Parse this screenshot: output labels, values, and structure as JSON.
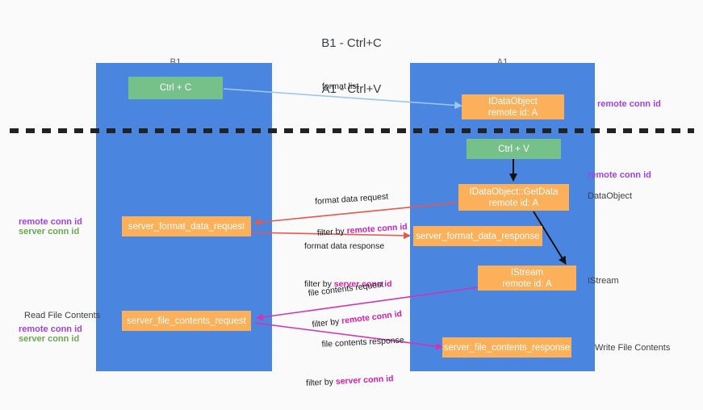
{
  "title": {
    "line1": "B1 - Ctrl+C",
    "line2": "A1 - Ctrl+V"
  },
  "columns": [
    {
      "id": "b1",
      "name": "B1",
      "role": "connection"
    },
    {
      "id": "a1",
      "name": "A1",
      "role": "remote"
    }
  ],
  "nodes": {
    "ctrl_c": "Ctrl + C",
    "ctrl_v": "Ctrl + V",
    "idataobject": "IDataObject\nremote id: A",
    "idataobject_getdata": "IDataObject::GetData\nremote id: A",
    "istream": "IStream\nremote id: A",
    "server_format_data_request": "server_format_data_request",
    "server_format_data_response": "server_format_data_response",
    "server_file_contents_request": "server_file_contents_request",
    "server_file_contents_response": "server_file_contents_response"
  },
  "edges": {
    "format_list": "format list",
    "format_data_request": "format data request",
    "format_data_request_filter_prefix": "filter by ",
    "format_data_request_filter_key": "remote conn id",
    "format_data_response": "format data response",
    "format_data_response_filter_prefix": "filter by ",
    "format_data_response_filter_key": "server conn id",
    "file_contents_request": "file contents request",
    "file_contents_request_filter_prefix": "filter by ",
    "file_contents_request_filter_key": "remote conn id",
    "file_contents_response": "file contents response",
    "file_contents_response_filter_prefix": "filter by ",
    "file_contents_response_filter_key": "server conn id"
  },
  "captions": {
    "right_remote_conn_id_1": "remote conn id",
    "right_remote_conn_id_2": "remote conn id",
    "right_dataobject": "DataObject",
    "right_istream": "IStream",
    "right_write_file_contents": "Write File Contents",
    "left_remote_conn_id_1": "remote conn id",
    "left_server_conn_id_1": "server conn id",
    "left_read_file_contents": "Read File Contents",
    "left_remote_conn_id_2": "remote conn id",
    "left_server_conn_id_2": "server conn id"
  },
  "colors": {
    "lane": "#4a86e0",
    "green_node": "#76c08a",
    "orange_node": "#fcb05a",
    "purple": "#a142e8",
    "green_text": "#6aa84f",
    "arrow_blue": "#9fc5f0",
    "arrow_red": "#e8574e",
    "arrow_magenta": "#d034b4",
    "arrow_black": "#1a1a1a",
    "divider": "#222222",
    "background": "#fafafa"
  }
}
